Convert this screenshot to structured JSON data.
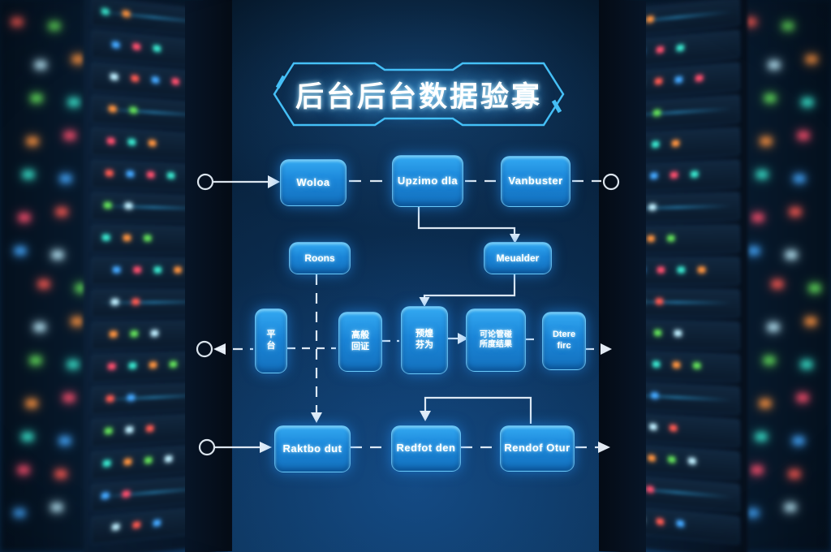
{
  "title": {
    "text": "后台后台数据验寡"
  },
  "flow": {
    "row1": [
      {
        "label": "Woloa"
      },
      {
        "label": "Upzimo dla"
      },
      {
        "label": "Vanbuster"
      }
    ],
    "mid_nodes": [
      {
        "label": "Roons"
      },
      {
        "label": "Meualder"
      }
    ],
    "row2": [
      {
        "line1": "平",
        "line2": "台"
      },
      {
        "line1": "高般",
        "line2": "回证"
      },
      {
        "line1": "预煌",
        "line2": "芬为"
      },
      {
        "line1": "可论管碰",
        "line2": "所度结果"
      },
      {
        "line1": "Dtere",
        "line2": "firc"
      }
    ],
    "row3": [
      {
        "label": "Raktbo dut"
      },
      {
        "label": "Redfot den"
      },
      {
        "label": "Rendof Otur"
      }
    ]
  },
  "colors": {
    "background_navy": "#092440",
    "node_blue": "#1b86d8",
    "accent_cyan": "#45d7ff",
    "wire_white": "#eef7ff",
    "led_palette": [
      "#3ae8cf",
      "#ff5a52",
      "#ff9440",
      "#44a8ff",
      "#63e05a",
      "#ff4f6e",
      "#bfefff"
    ]
  },
  "racks": {
    "tower_units": 17,
    "far_rows": 14
  }
}
